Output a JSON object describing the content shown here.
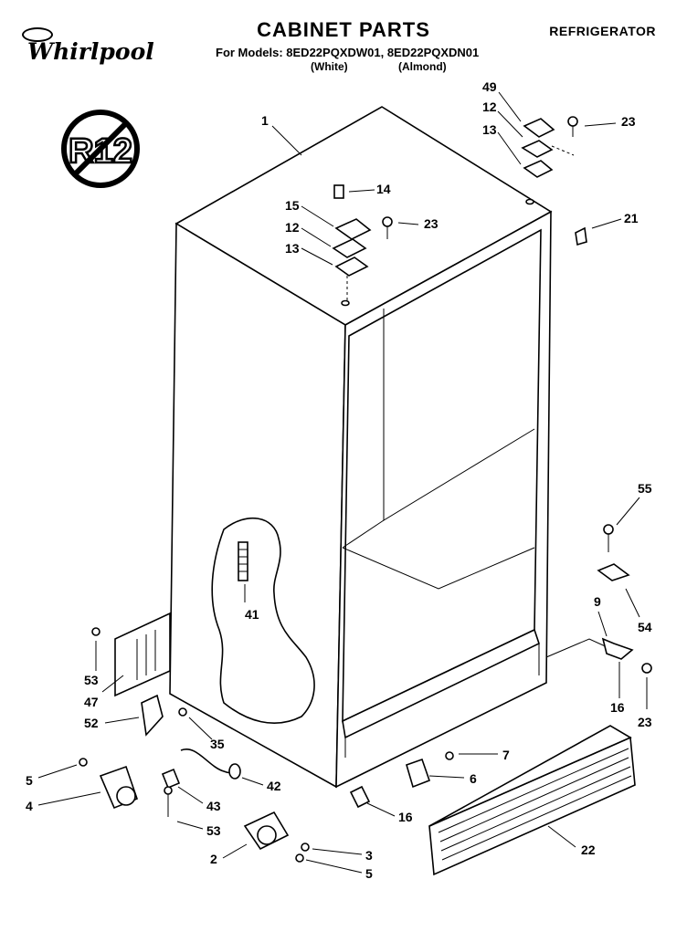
{
  "header": {
    "brand": "Whirlpool",
    "title": "CABINET PARTS",
    "models_line": "For Models: 8ED22PQXDW01, 8ED22PQXDN01",
    "variant_white": "(White)",
    "variant_almond": "(Almond)",
    "category": "REFRIGERATOR"
  },
  "badge": {
    "text": "R12",
    "icon": "no-r12-symbol-icon"
  },
  "callouts": {
    "c1": "1",
    "c49": "49",
    "c12a": "12",
    "c13a": "13",
    "c23a": "23",
    "c14": "14",
    "c15": "15",
    "c12b": "12",
    "c13b": "13",
    "c23b": "23",
    "c21": "21",
    "c55": "55",
    "c54": "54",
    "c9": "9",
    "c16a": "16",
    "c23c": "23",
    "c41": "41",
    "c53a": "53",
    "c47": "47",
    "c52": "52",
    "c35": "35",
    "c7": "7",
    "c6": "6",
    "c16b": "16",
    "c22": "22",
    "c5a": "5",
    "c4": "4",
    "c43": "43",
    "c42": "42",
    "c53b": "53",
    "c2": "2",
    "c3": "3",
    "c5b": "5"
  }
}
